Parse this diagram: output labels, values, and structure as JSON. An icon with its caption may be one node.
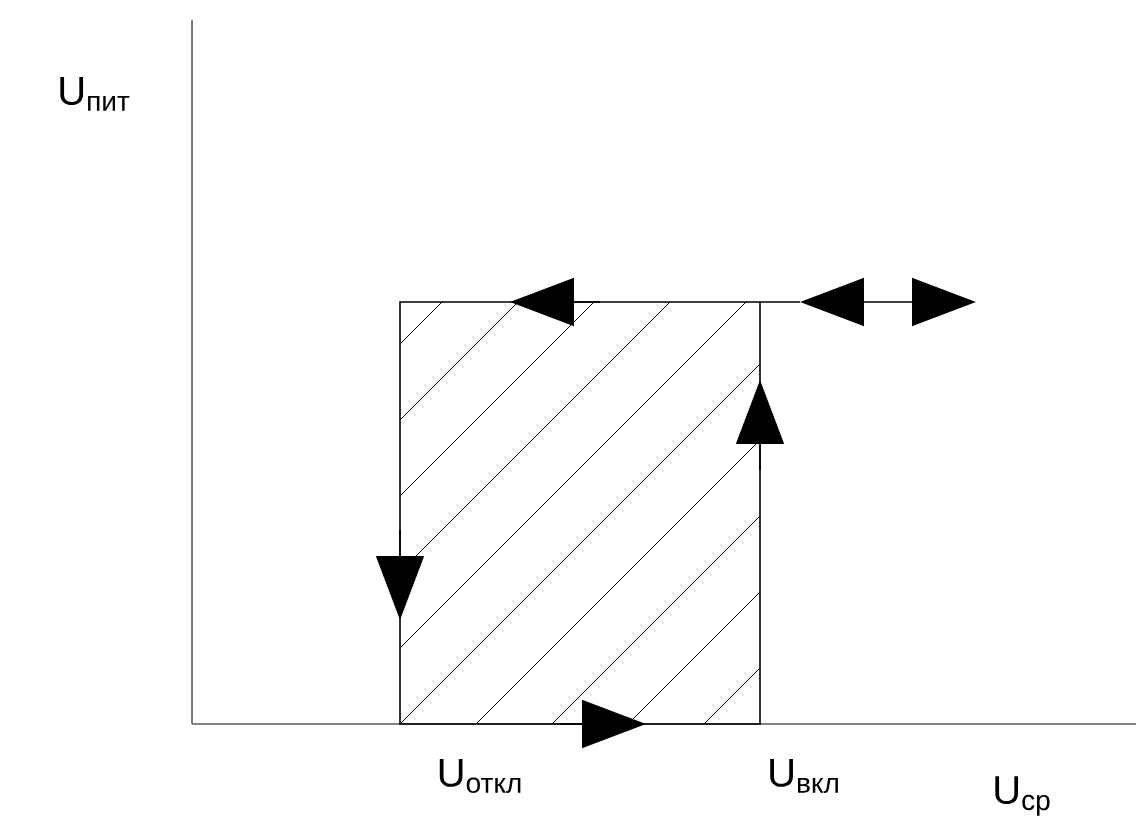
{
  "diagram": {
    "labels": [
      "U$_{пит}$",
      "U$_{откл}$",
      "U$_{вкл}$",
      "U$_{ср}$"
    ]
  }
}
